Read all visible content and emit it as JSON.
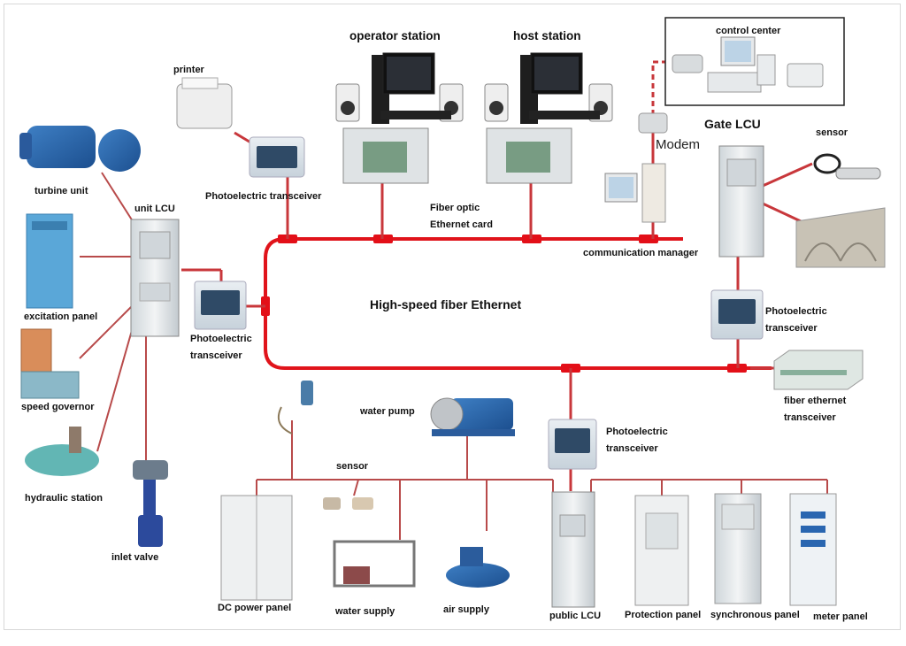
{
  "diagram": {
    "title": "High-speed fiber Ethernet",
    "colors": {
      "network_line": "#e0141b",
      "link_line": "#c8373b",
      "branch_line": "#b84a4a",
      "connector": "#e30f18",
      "panel_fill": "#e8ecee",
      "transceiver_fill": "#2f4a66",
      "box_border": "#222222"
    },
    "nodes": {
      "operator_station": "operator station",
      "host_station": "host station",
      "control_center": "control center",
      "printer": "printer",
      "turbine_unit": "turbine unit",
      "unit_lcu": "unit LCU",
      "photoelectric_transceiver_top": "Photoelectric transceiver",
      "fiber_optic_card_line1": "Fiber optic",
      "fiber_optic_card_line2": "Ethernet card",
      "modem": "Modem",
      "gate_lcu": "Gate LCU",
      "sensor_right": "sensor",
      "communication_manager": "communication manager",
      "excitation_panel": "excitation panel",
      "photoelectric_left_line1": "Photoelectric",
      "photoelectric_left_line2": "transceiver",
      "photoelectric_right_line1": "Photoelectric",
      "photoelectric_right_line2": "transceiver",
      "speed_governor": "speed governor",
      "fiber_ethernet_line1": "fiber ethernet",
      "fiber_ethernet_line2": "transceiver",
      "water_pump": "water pump",
      "photoelectric_bottom_line1": "Photoelectric",
      "photoelectric_bottom_line2": "transceiver",
      "hydraulic_station": "hydraulic station",
      "sensor_bottom": "sensor",
      "inlet_valve": "inlet valve",
      "dc_power_panel": "DC power panel",
      "water_supply": "water supply",
      "air_supply": "air supply",
      "public_lcu": "public LCU",
      "protection_panel": "Protection panel",
      "synchronous_panel": "synchronous panel",
      "meter_panel": "meter panel"
    }
  }
}
